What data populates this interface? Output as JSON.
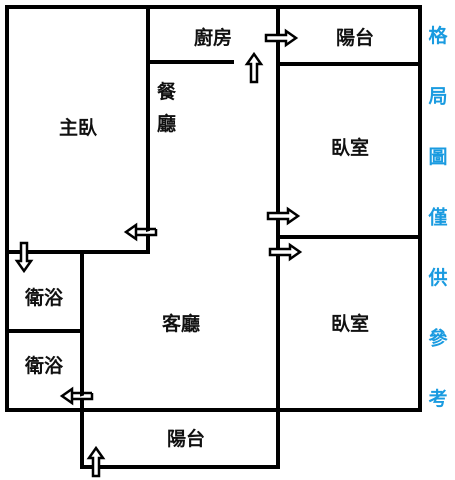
{
  "rooms": {
    "kitchen": "廚房",
    "balcony_top": "陽台",
    "master_bedroom": "主臥",
    "dining_room": "餐廳",
    "bedroom_1": "臥室",
    "bedroom_2": "臥室",
    "bathroom_1": "衛浴",
    "bathroom_2": "衛浴",
    "living_room": "客廳",
    "balcony_bottom": "陽台"
  },
  "note": {
    "text": "格局圖僅供參考",
    "color": "#1a9be0"
  },
  "colors": {
    "wall": "#000000",
    "background": "#ffffff",
    "arrow_fill": "#ffffff"
  },
  "icons": [
    "door-arrow-icon"
  ]
}
